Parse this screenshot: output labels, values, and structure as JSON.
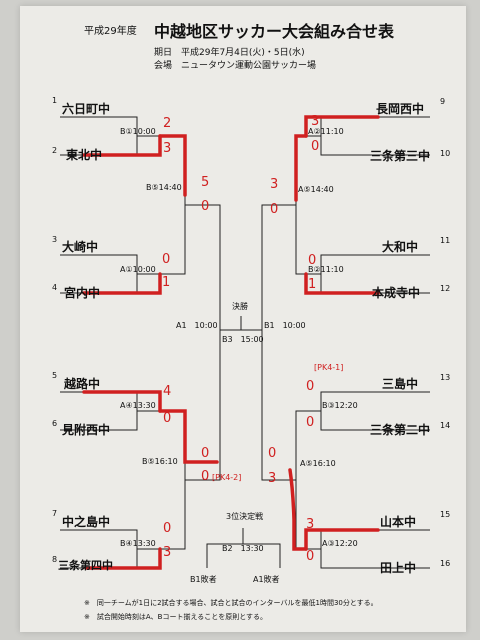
{
  "header": {
    "year": "平成29年度",
    "title": "中越地区サッカー大会組み合せ表",
    "date_line": "期日　平成29年7月4日(火)・5日(水)",
    "venue_line": "会場　ニュータウン運動公園サッカー場"
  },
  "teams_left": [
    {
      "no": "1",
      "name": "六日町中"
    },
    {
      "no": "2",
      "name": "東北中"
    },
    {
      "no": "3",
      "name": "大崎中"
    },
    {
      "no": "4",
      "name": "宮内中"
    },
    {
      "no": "5",
      "name": "越路中"
    },
    {
      "no": "6",
      "name": "見附西中"
    },
    {
      "no": "7",
      "name": "中之島中"
    },
    {
      "no": "8",
      "name": "三条第四中"
    }
  ],
  "teams_right": [
    {
      "no": "9",
      "name": "長岡西中"
    },
    {
      "no": "10",
      "name": "三条第三中"
    },
    {
      "no": "11",
      "name": "大和中"
    },
    {
      "no": "12",
      "name": "本成寺中"
    },
    {
      "no": "13",
      "name": "三島中"
    },
    {
      "no": "14",
      "name": "三条第二中"
    },
    {
      "no": "15",
      "name": "山本中"
    },
    {
      "no": "16",
      "name": "田上中"
    }
  ],
  "matches": {
    "m1": "B①10:00",
    "m2": "A①10:00",
    "m3": "B⑤14:40",
    "m4": "A②11:10",
    "m5": "B②11:10",
    "m6": "A⑤14:40",
    "m7": "A④13:30",
    "m8": "B④13:30",
    "m9": "B⑤16:10",
    "m10": "B③12:20",
    "m11": "A③12:20",
    "m12": "A⑤16:10",
    "semi_left": "A1　10:00",
    "semi_right": "B1　10:00",
    "final_label": "決勝",
    "final_time": "B3　15:00",
    "third_label": "3位決定戦",
    "third_time": "B2　13:30",
    "third_left": "B1敗者",
    "third_right": "A1敗者"
  },
  "scores": {
    "s1_top": "2",
    "s1_bot": "3",
    "s2_top": "0",
    "s2_bot": "1",
    "s3_top": "5",
    "s3_bot": "0",
    "s4_top": "3",
    "s4_bot": "0",
    "s5_top": "0",
    "s5_bot": "1",
    "s6_top": "3",
    "s6_bot": "0",
    "s7_top": "4",
    "s7_bot": "0",
    "s8_top": "0",
    "s8_bot": "3",
    "s9_top": "0",
    "s9_bot": "0",
    "s10_top": "0",
    "s10_bot": "0",
    "s11_top": "3",
    "s11_bot": "0",
    "s12_top": "0",
    "s12_bot": "3",
    "pk_left": "[PK4-2]",
    "pk_right": "[PK4-1]"
  },
  "notes": [
    "※　同一チームが1日に2試合する場合、試合と試合のインターバルを最低1時間30分とする。",
    "※　試合開始時刻はA、Bコート揃えることを原則とする。"
  ],
  "colors": {
    "ink": "#111111",
    "marker": "#d02020",
    "paper": "#ecebe7"
  }
}
